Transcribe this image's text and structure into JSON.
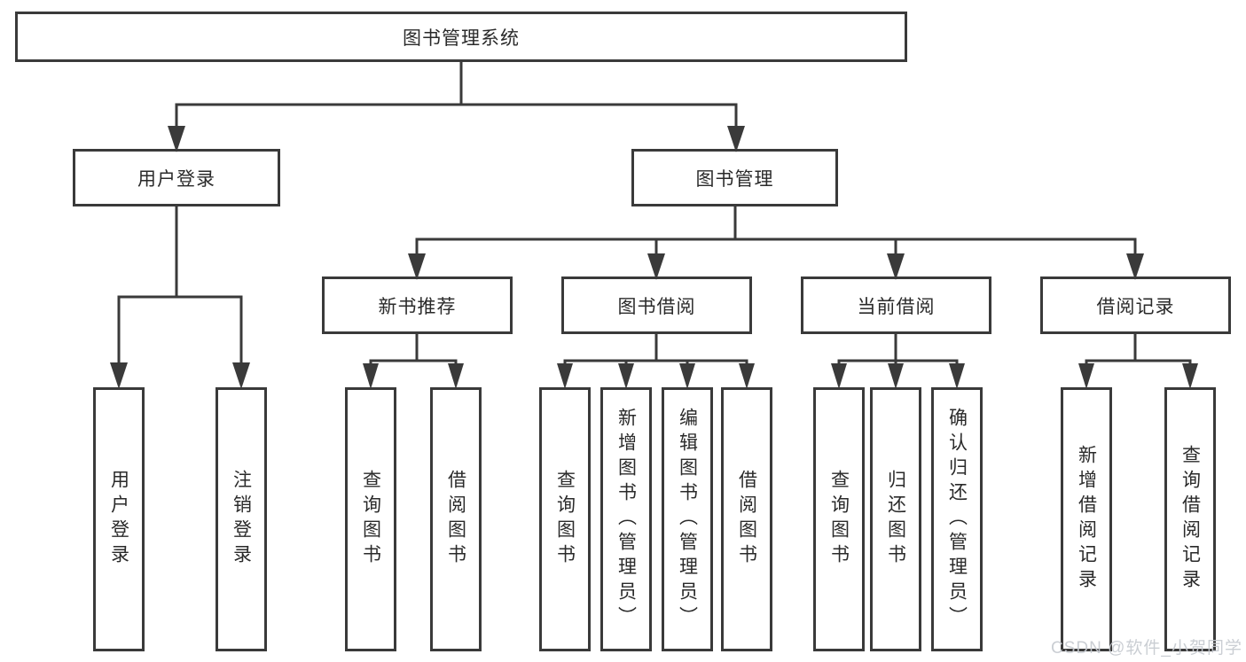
{
  "watermark": "CSDN @软件_小贺同学",
  "colors": {
    "line": "#3a3a3a",
    "text": "#2a2a2a",
    "box_background": "#ffffff",
    "watermark": "#c6cad0"
  },
  "tree": {
    "label": "图书管理系统",
    "children": [
      {
        "label": "用户登录",
        "children": [
          {
            "label": "用户登录"
          },
          {
            "label": "注销登录"
          }
        ]
      },
      {
        "label": "图书管理",
        "children": [
          {
            "label": "新书推荐",
            "children": [
              {
                "label": "查询图书"
              },
              {
                "label": "借阅图书"
              }
            ]
          },
          {
            "label": "图书借阅",
            "children": [
              {
                "label": "查询图书"
              },
              {
                "label": "新增图书（管理员）"
              },
              {
                "label": "编辑图书（管理员）"
              },
              {
                "label": "借阅图书"
              }
            ]
          },
          {
            "label": "当前借阅",
            "children": [
              {
                "label": "查询图书"
              },
              {
                "label": "归还图书"
              },
              {
                "label": "确认归还（管理员）"
              }
            ]
          },
          {
            "label": "借阅记录",
            "children": [
              {
                "label": "新增借阅记录"
              },
              {
                "label": "查询借阅记录"
              }
            ]
          }
        ]
      }
    ]
  }
}
